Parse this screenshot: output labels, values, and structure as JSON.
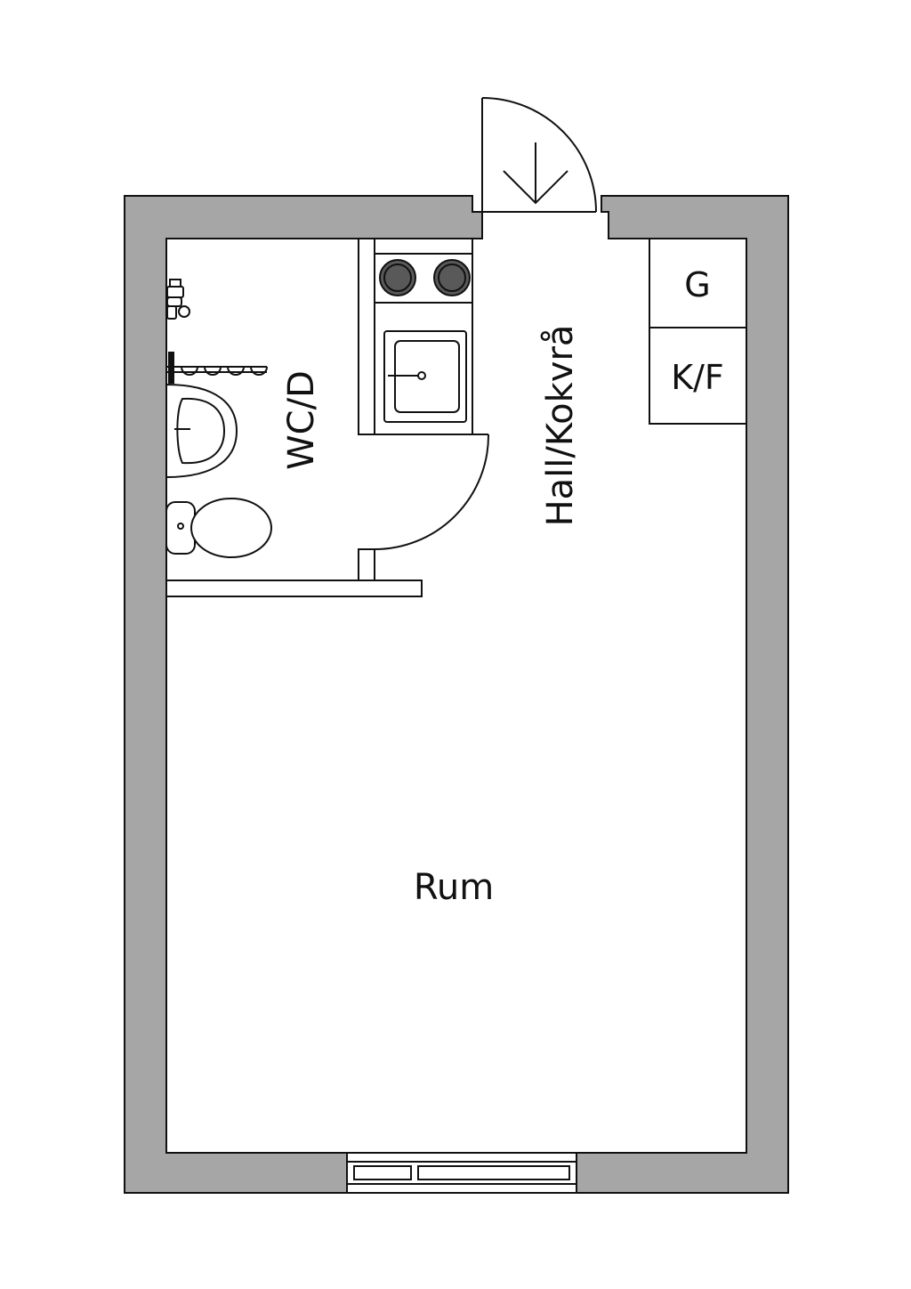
{
  "colors": {
    "wall": "#a6a6a6",
    "line": "#111111",
    "background": "#ffffff",
    "burner": "#595959"
  },
  "rooms": {
    "bathroom": "WC/D",
    "hall_kitchen": "Hall/Kokvrå",
    "room": "Rum"
  },
  "cabinets": {
    "top": "G",
    "bottom": "K/F"
  }
}
